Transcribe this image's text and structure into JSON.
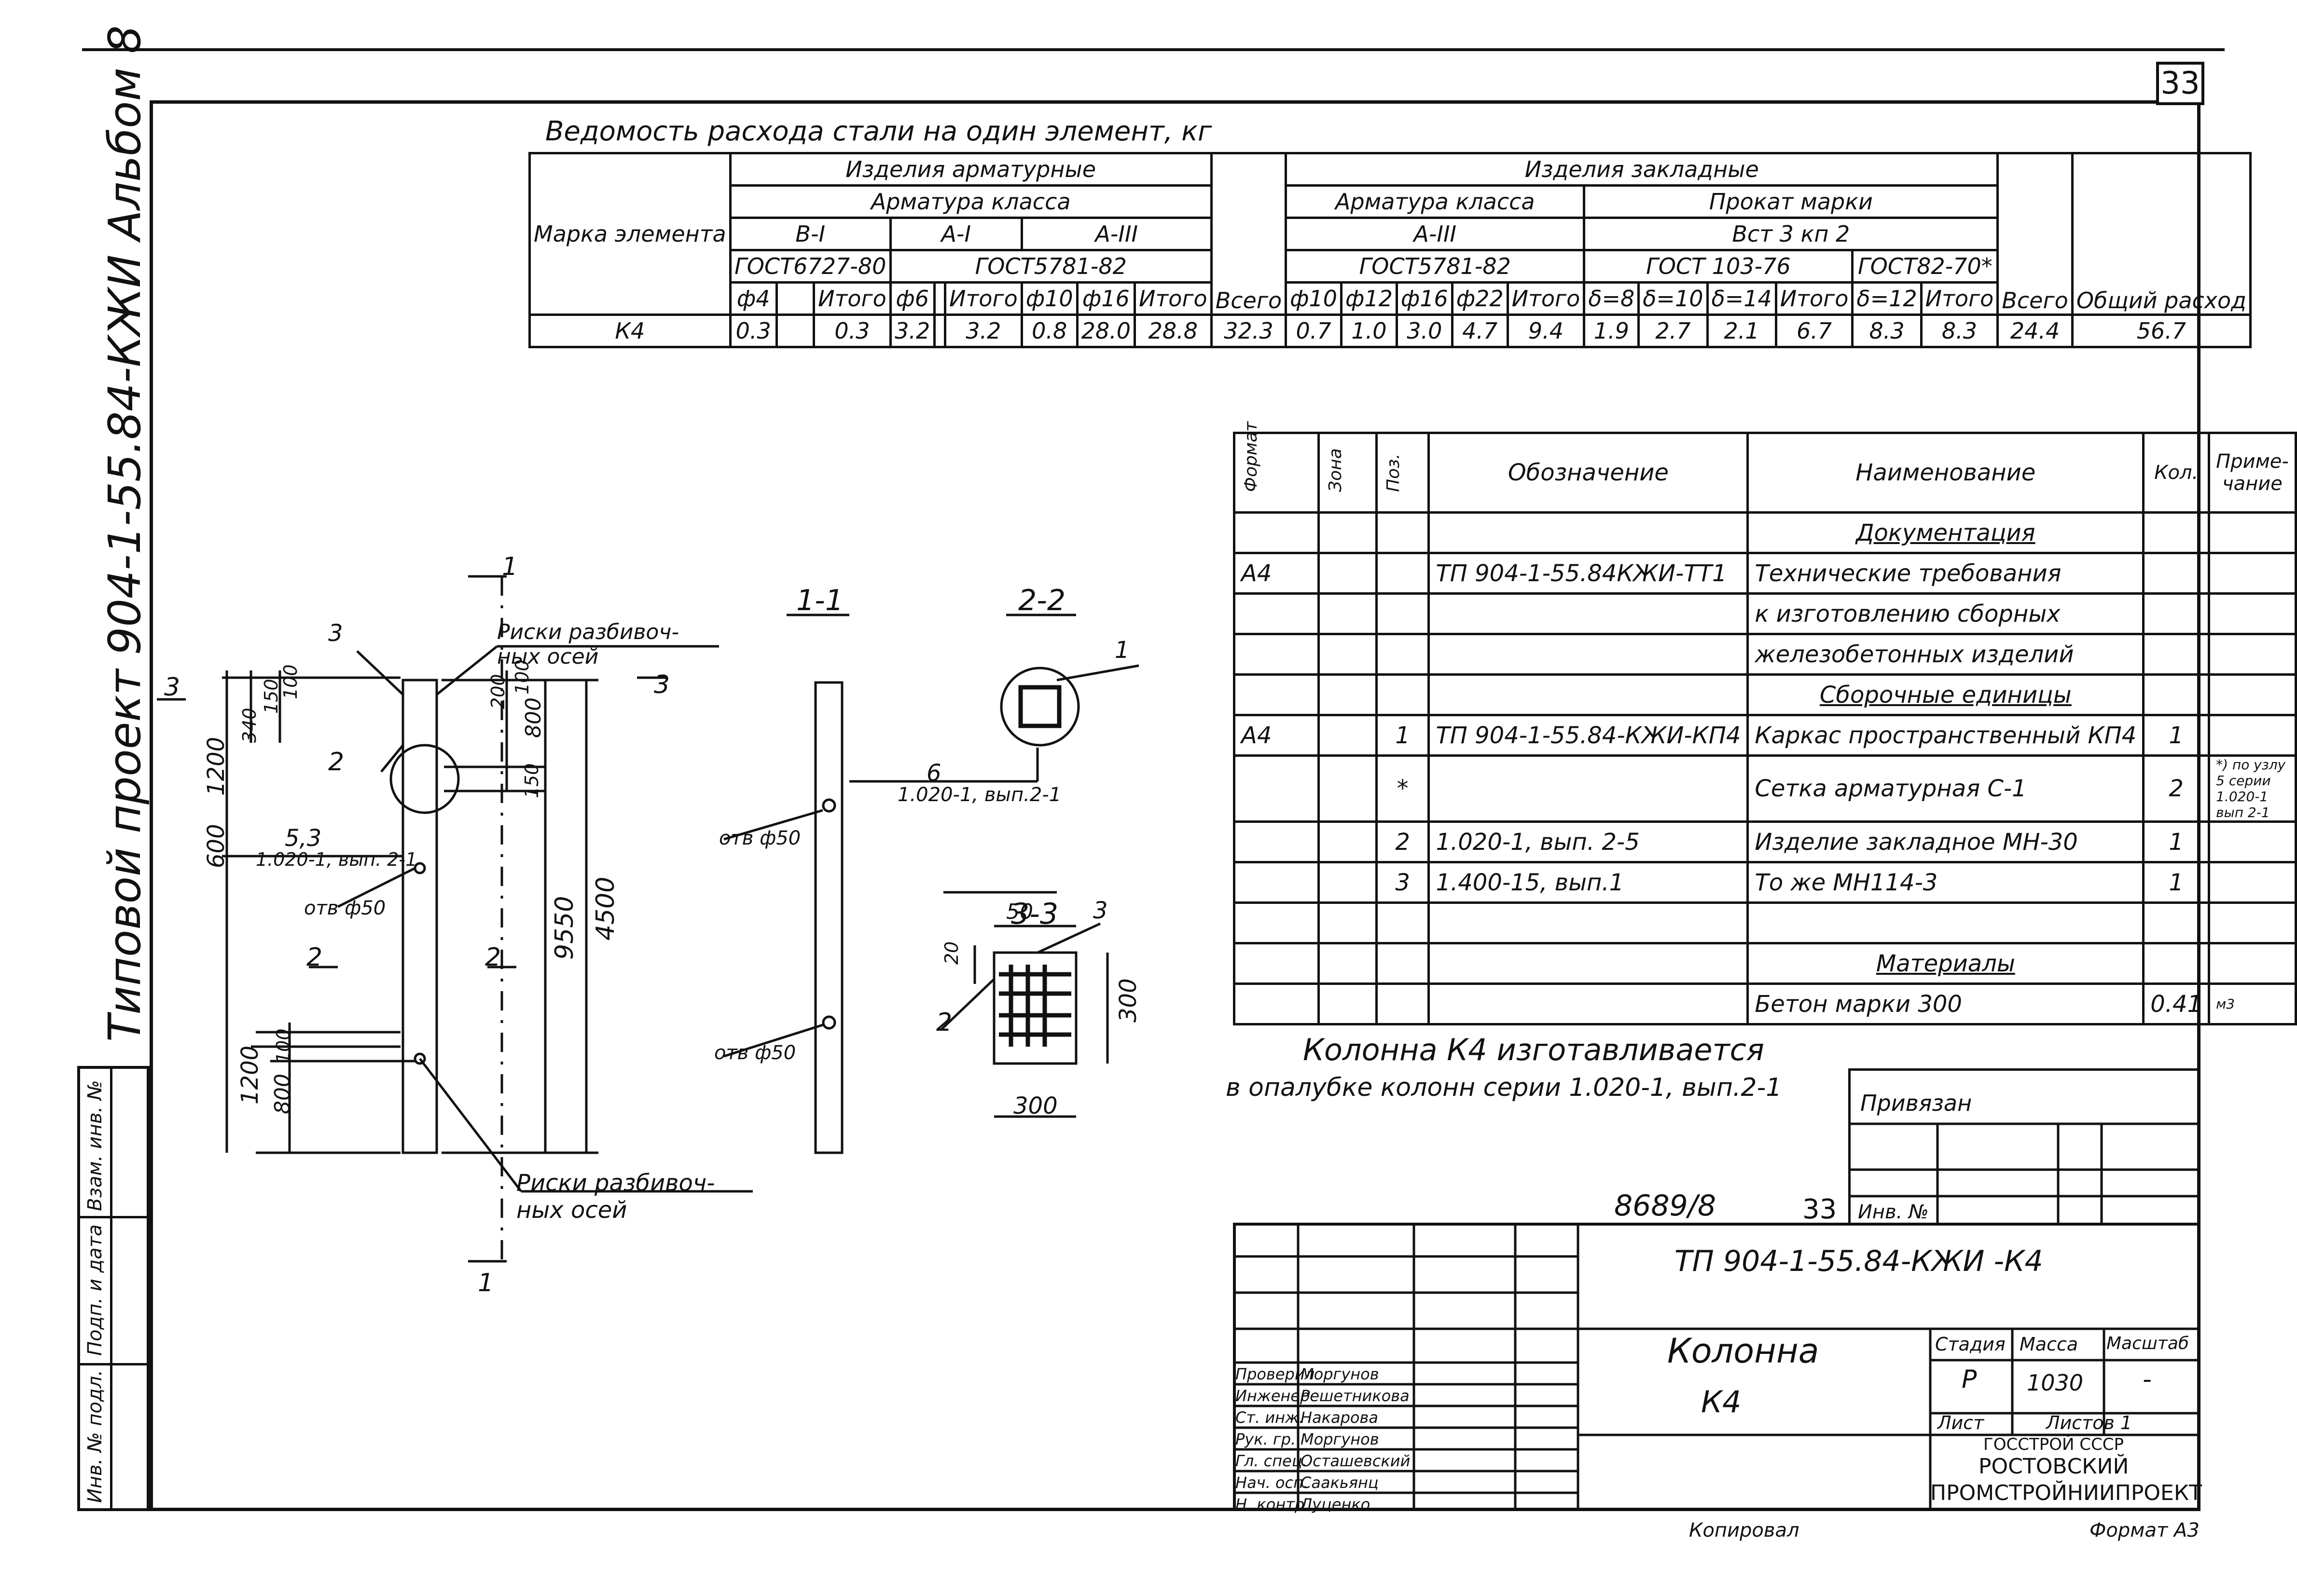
{
  "sheet_number": "33",
  "side_title": "Типовой проект 904-1-55.84-КЖИ Альбом 8",
  "side_labels": [
    "Инв. № подл.",
    "Подп. и дата",
    "Взам. инв. №"
  ],
  "steel_table": {
    "title": "Ведомость расхода стали на один элемент, кг",
    "header_mark": "Марка элемента",
    "group_armature": "Изделия арматурные",
    "group_embedded": "Изделия закладные",
    "armature_class": "Арматура класса",
    "armature_class_2": "Арматура класса",
    "rolled_mark": "Прокат марки",
    "class_BI": "В-I",
    "class_AI": "А-I",
    "class_AIII": "А-III",
    "class_AIII_2": "А-III",
    "steel_grade": "Вст 3 кп 2",
    "gost_1": "ГОСТ6727-80",
    "gost_2": "ГОСТ5781-82",
    "gost_3": "ГОСТ5781-82",
    "gost_4": "ГОСТ 103-76",
    "gost_5": "ГОСТ82-70*",
    "total_label": "Всего",
    "total_label_2": "Всего",
    "general_label": "Общий расход",
    "columns": [
      "ф4",
      "",
      "Итого",
      "ф6",
      "",
      "Итого",
      "ф10",
      "ф16",
      "Итого",
      "Всего",
      "ф10",
      "ф12",
      "ф16",
      "ф22",
      "Итого",
      "δ=8",
      "δ=10",
      "δ=14",
      "Итого",
      "δ=12",
      "Итого",
      "Всего",
      ""
    ],
    "row_mark": "К4",
    "row_values": [
      "0.3",
      "",
      "0.3",
      "3.2",
      "",
      "3.2",
      "0.8",
      "28.0",
      "28.8",
      "32.3",
      "0.7",
      "1.0",
      "3.0",
      "4.7",
      "9.4",
      "1.9",
      "2.7",
      "2.1",
      "6.7",
      "8.3",
      "8.3",
      "24.4",
      "56.7"
    ]
  },
  "spec_table": {
    "headers": [
      "Формат",
      "Зона",
      "Поз.",
      "Обозначение",
      "Наименование",
      "Кол.",
      "Приме-чание"
    ],
    "rows": [
      {
        "fmt": "",
        "zone": "",
        "pos": "",
        "designation": "",
        "name": "Документация",
        "qty": "",
        "note": "",
        "underline": true
      },
      {
        "fmt": "А4",
        "zone": "",
        "pos": "",
        "designation": "ТП 904-1-55.84КЖИ-ТТ1",
        "name": "Технические требования",
        "qty": "",
        "note": ""
      },
      {
        "fmt": "",
        "zone": "",
        "pos": "",
        "designation": "",
        "name": "к изготовлению сборных",
        "qty": "",
        "note": ""
      },
      {
        "fmt": "",
        "zone": "",
        "pos": "",
        "designation": "",
        "name": "железобетонных изделий",
        "qty": "",
        "note": ""
      },
      {
        "fmt": "",
        "zone": "",
        "pos": "",
        "designation": "",
        "name": "Сборочные единицы",
        "qty": "",
        "note": "",
        "underline": true
      },
      {
        "fmt": "А4",
        "zone": "",
        "pos": "1",
        "designation": "ТП 904-1-55.84-КЖИ-КП4",
        "name": "Каркас пространственный КП4",
        "qty": "1",
        "note": ""
      },
      {
        "fmt": "",
        "zone": "",
        "pos": "*",
        "designation": "",
        "name": "Сетка арматурная С-1",
        "qty": "2",
        "note": "*) по узлу 5 серии 1.020-1 вып 2-1"
      },
      {
        "fmt": "",
        "zone": "",
        "pos": "2",
        "designation": "1.020-1, вып. 2-5",
        "name": "Изделие закладное МН-30",
        "qty": "1",
        "note": ""
      },
      {
        "fmt": "",
        "zone": "",
        "pos": "3",
        "designation": "1.400-15, вып.1",
        "name": "То же МН114-3",
        "qty": "1",
        "note": ""
      },
      {
        "fmt": "",
        "zone": "",
        "pos": "",
        "designation": "",
        "name": "",
        "qty": "",
        "note": ""
      },
      {
        "fmt": "",
        "zone": "",
        "pos": "",
        "designation": "",
        "name": "Материалы",
        "qty": "",
        "note": "",
        "underline": true
      },
      {
        "fmt": "",
        "zone": "",
        "pos": "",
        "designation": "",
        "name": "Бетон марки 300",
        "qty": "0.41",
        "note": "м3"
      }
    ]
  },
  "notes": {
    "line1": "Колонна К4 изготавливается",
    "line2": "в опалубке колонн серии 1.020-1, вып.2-1"
  },
  "drawing": {
    "sec11": "1-1",
    "sec22": "2-2",
    "sec33": "3-3",
    "cut1": "1",
    "cut2": "2",
    "cut3": "3",
    "risk_top": "Риски разбивоч-ных осей",
    "risk_bottom": "Риски разбивоч-ных осей",
    "hole": "отв ф50",
    "hole_b": "отв ф50",
    "hole_c": "отв ф50",
    "ref_53": "5,3",
    "ref_1020": "1.020-1, вып. 2-1",
    "ref_6": "6",
    "ref_1020b": "1.020-1, вып.2-1",
    "pos1": "1",
    "pos2": "2",
    "pos3": "3",
    "pos2b": "2",
    "pos3b": "3",
    "dims": {
      "d1200": "1200",
      "d600": "600",
      "d340": "340",
      "d150": "150",
      "d100": "100",
      "d800": "800",
      "d150b": "150",
      "d9550": "9550",
      "d4500": "4500",
      "d1200b": "1200",
      "d800b": "800",
      "d100b": "100",
      "d50": "50",
      "d20": "20",
      "d300v": "300",
      "d300h": "300",
      "d100c": "100",
      "d200": "200"
    }
  },
  "bind_info": {
    "label": "Привязан",
    "inv": "Инв. №"
  },
  "archive": {
    "number": "8689/8",
    "page": "33"
  },
  "stamp": {
    "code": "ТП 904-1-55.84-КЖИ -К4",
    "title1": "Колонна",
    "title2": "К4",
    "stage_label": "Стадия",
    "mass_label": "Масса",
    "scale_label": "Масштаб",
    "stage": "Р",
    "mass": "1030",
    "scale": "-",
    "sheet_label": "Лист",
    "sheets_label": "Листов 1",
    "org1": "ГОССТРОЙ СССР",
    "org2": "РОСТОВСКИЙ",
    "org3": "ПРОМСТРОЙНИИПРОЕКТ",
    "roles": [
      {
        "role": "Проверил",
        "name": "Моргунов"
      },
      {
        "role": "Инженер",
        "name": "Решетникова"
      },
      {
        "role": "Ст. инж.",
        "name": "Накарова"
      },
      {
        "role": "Рук. гр.",
        "name": "Моргунов"
      },
      {
        "role": "Гл. спец.",
        "name": "Осташевский"
      },
      {
        "role": "Нач. осп.",
        "name": "Саакьянц"
      },
      {
        "role": "Н. контр.",
        "name": "Луценко"
      }
    ]
  },
  "footer": {
    "copied": "Копировал",
    "format": "Формат А3"
  }
}
